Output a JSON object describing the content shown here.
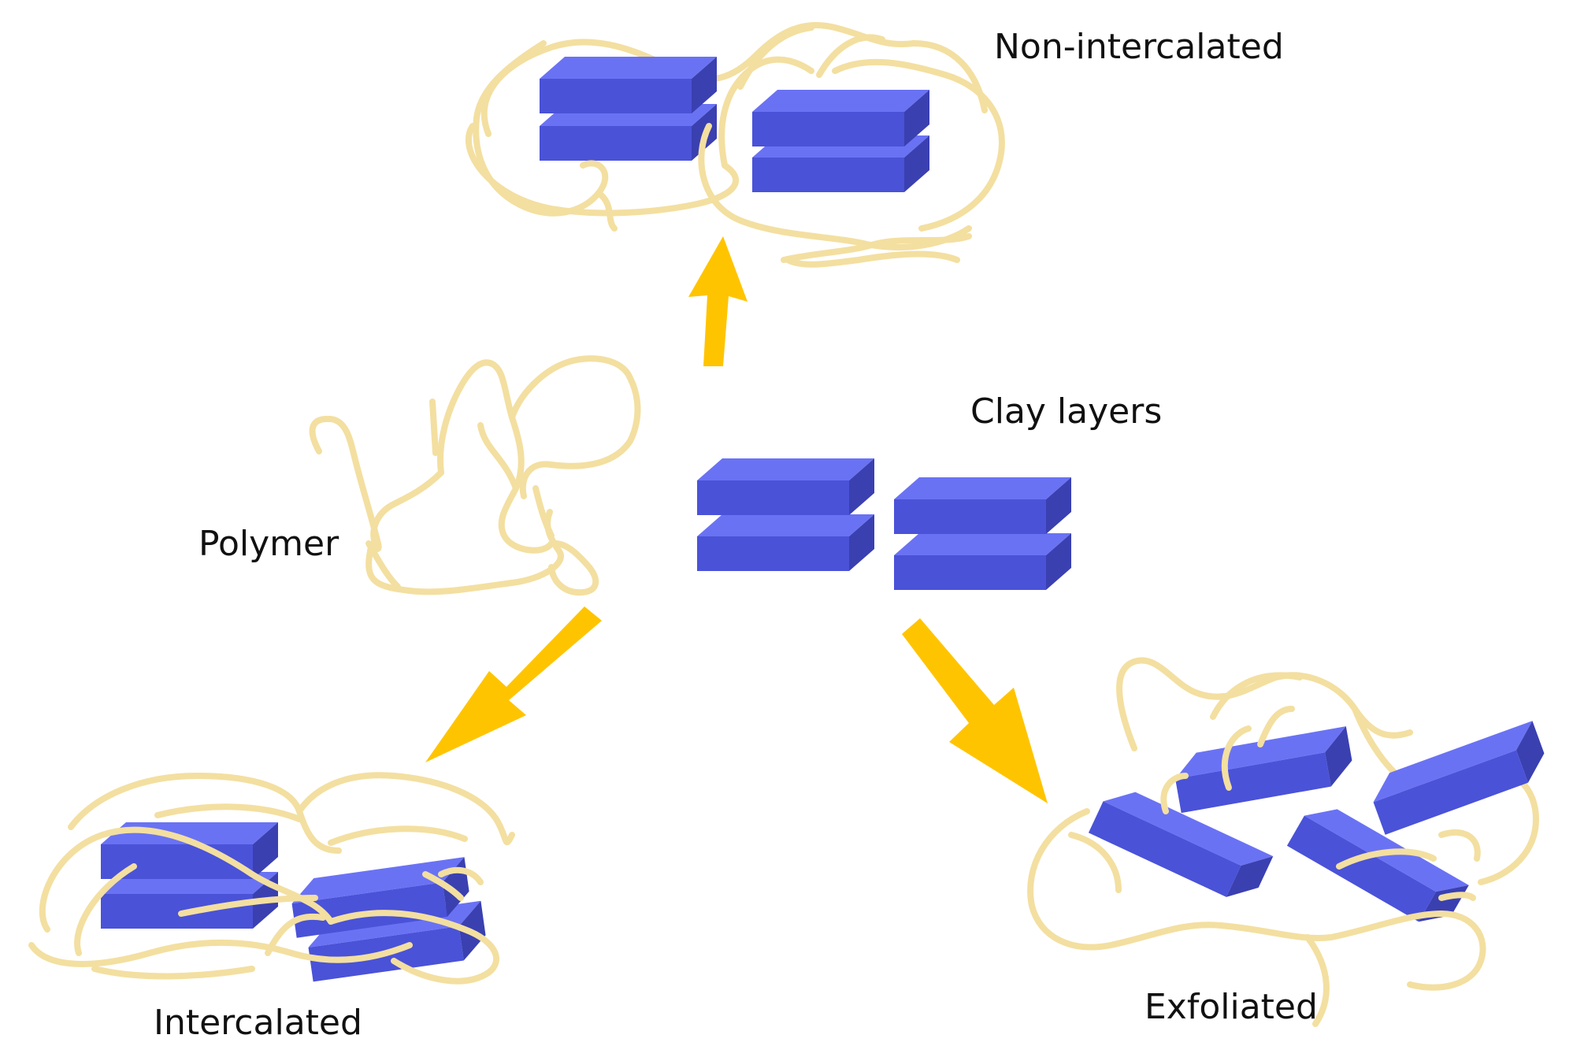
{
  "labels": {
    "non_intercalated": "Non-intercalated",
    "clay_layers": "Clay layers",
    "polymer": "Polymer",
    "intercalated": "Intercalated",
    "exfoliated": "Exfoliated"
  },
  "colors": {
    "clay_top": "#6a72f4",
    "clay_front": "#4a52d8",
    "clay_side": "#3a40b0",
    "polymer_strand": "#f3dfa0",
    "arrow": "#ffc400",
    "background": "#ffffff",
    "text": "#111111"
  }
}
